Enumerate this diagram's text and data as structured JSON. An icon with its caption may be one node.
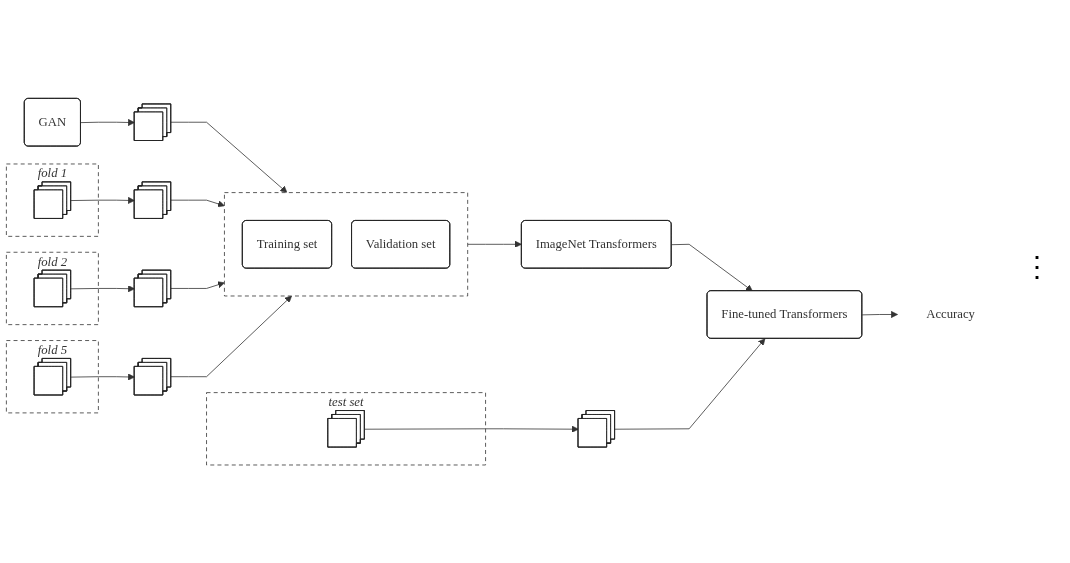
{
  "diagram": {
    "nodes": [
      {
        "text": [
          "GAN"
        ]
      },
      {
        "text": [],
        "shape": "picture"
      },
      {
        "text": [
          "fold 1"
        ]
      },
      {
        "text": [],
        "shape": "picture",
        "in": 2
      },
      {
        "text": [],
        "shape": "picture"
      },
      {
        "text": [
          "fold 2"
        ]
      },
      {
        "text": [],
        "shape": "picture",
        "in": 5
      },
      {
        "text": [],
        "shape": "picture"
      },
      {
        "text": [
          "fold 5"
        ]
      },
      {
        "text": [],
        "shape": "picture",
        "in": 8
      },
      {
        "text": [],
        "shape": "picture"
      },
      {
        "text": [],
        "shape": "box"
      },
      {
        "text": [
          "Training set"
        ],
        "in": 11
      },
      {
        "text": [
          "Validation set"
        ],
        "in": 11
      },
      {
        "text": [
          "ImageNet Transformers"
        ]
      },
      {
        "text": [
          "Fine-tuned Transformers"
        ]
      },
      {
        "text": [
          "Accuracy"
        ]
      },
      {
        "text": [
          "test set"
        ]
      },
      {
        "text": [],
        "shape": "picture",
        "in": 17
      },
      {
        "text": [],
        "shape": "picture"
      }
    ],
    "edges": [
      {
        "from": 0,
        "to": 1,
        "arrow": "to"
      },
      {
        "from": 1,
        "to": 11,
        "arrow": "to"
      },
      {
        "from": 3,
        "to": 4,
        "arrow": "to"
      },
      {
        "from": 4,
        "to": 11,
        "arrow": "to"
      },
      {
        "from": 6,
        "to": 7,
        "arrow": "to"
      },
      {
        "from": 7,
        "to": 11,
        "arrow": "to"
      },
      {
        "from": 9,
        "to": 10,
        "arrow": "to"
      },
      {
        "from": 10,
        "to": 11,
        "arrow": "to"
      },
      {
        "from": 11,
        "to": 14,
        "arrow": "to"
      },
      {
        "from": 14,
        "to": 15,
        "arrow": "to"
      },
      {
        "from": 15,
        "to": 16,
        "arrow": "to"
      },
      {
        "from": 18,
        "to": 19,
        "arrow": "to"
      },
      {
        "from": 19,
        "to": 15,
        "arrow": "to"
      }
    ],
    "labels": [
      "⋮"
    ]
  }
}
